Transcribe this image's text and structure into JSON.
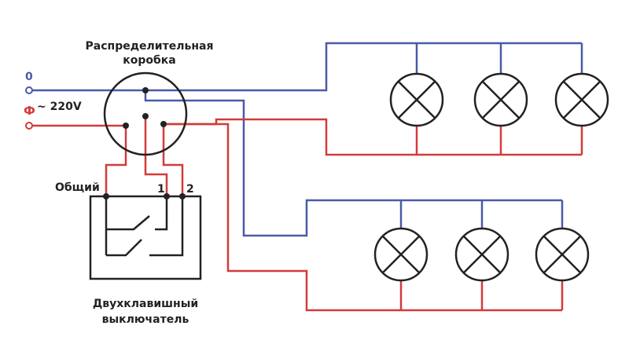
{
  "labels": {
    "junction_box_line1": "Распределительная",
    "junction_box_line2": "коробка",
    "neutral": "0",
    "phase": "Ф",
    "voltage": "~ 220V",
    "common": "Общий",
    "terminal_1": "1",
    "terminal_2": "2",
    "switch_line1": "Двухклавишный",
    "switch_line2": "выключатель"
  },
  "colors": {
    "neutral_wire": "#4a5aa8",
    "phase_wire": "#d43a3a",
    "outline": "#222222",
    "background": "#ffffff"
  },
  "lamp_groups": [
    {
      "name": "upper-lamp-group",
      "lamp_count": 3
    },
    {
      "name": "lower-lamp-group",
      "lamp_count": 3
    }
  ]
}
